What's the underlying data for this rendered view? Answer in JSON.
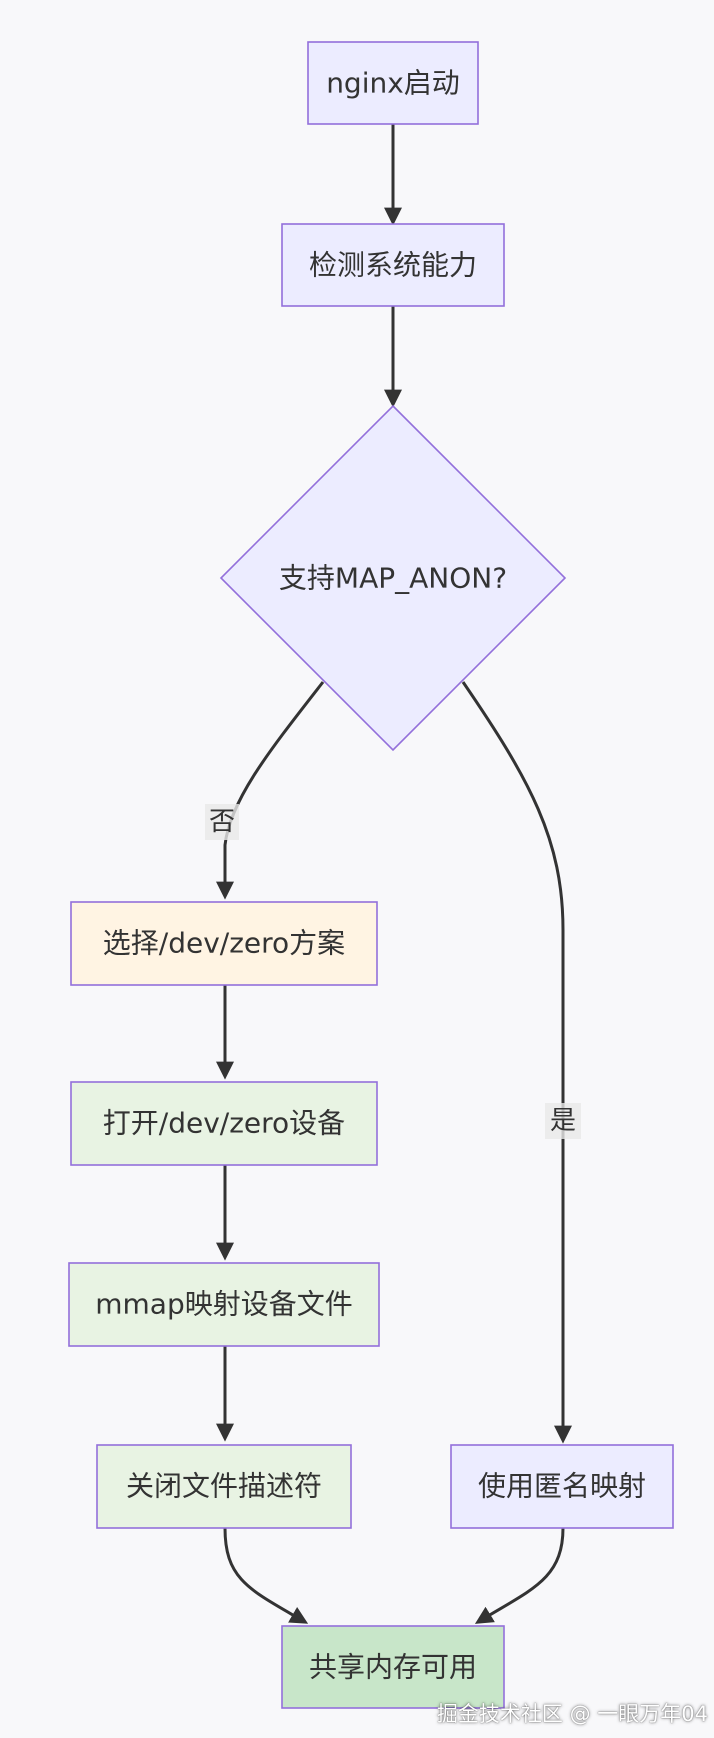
{
  "colors": {
    "background": "#f8f8fa",
    "node_default": "#ececff",
    "node_border": "#9370db",
    "node_orange": "#fff4e3",
    "node_green": "#e8f3e3",
    "node_final": "#c8e6c9",
    "edge": "#333333"
  },
  "nodes": {
    "start": "nginx启动",
    "detect": "检测系统能力",
    "decision": "支持MAP_ANON?",
    "choose_zero": "选择/dev/zero方案",
    "open_zero": "打开/dev/zero设备",
    "mmap_file": "mmap映射设备文件",
    "close_fd": "关闭文件描述符",
    "anon_map": "使用匿名映射",
    "shared_mem": "共享内存可用"
  },
  "edges": {
    "no_label": "否",
    "yes_label": "是"
  },
  "watermark": "掘金技术社区 @ 一眼万年04"
}
